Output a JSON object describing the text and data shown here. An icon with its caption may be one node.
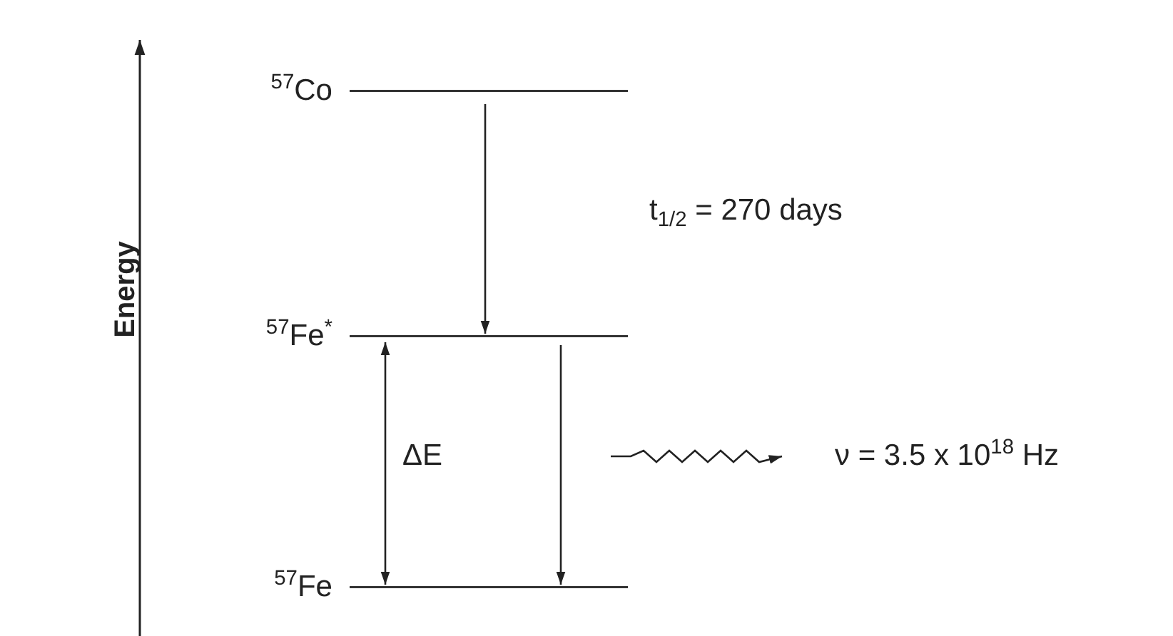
{
  "diagram": {
    "nodes": [
      {
        "text": [
          "$^{57}$Co"
        ]
      },
      {
        "text": [
          "$^{57}$Fe$^{*}$"
        ]
      },
      {
        "text": [
          "$^{57}$Fe"
        ]
      },
      {
        "text": [
          "ν = 3.5 x 10$^{18}$ Hz"
        ]
      }
    ],
    "edges": [
      {
        "from": 0,
        "to": 1,
        "arrow": "to"
      },
      {
        "from": 1,
        "to": 2,
        "arrow": "both"
      },
      {
        "from": 1,
        "to": 2,
        "arrow": "to"
      },
      {
        "from": null,
        "to": 3,
        "arrow": "to"
      }
    ],
    "labels": [
      "Energy",
      "t$_{1/2}$ = 270 days",
      "ΔE"
    ]
  }
}
